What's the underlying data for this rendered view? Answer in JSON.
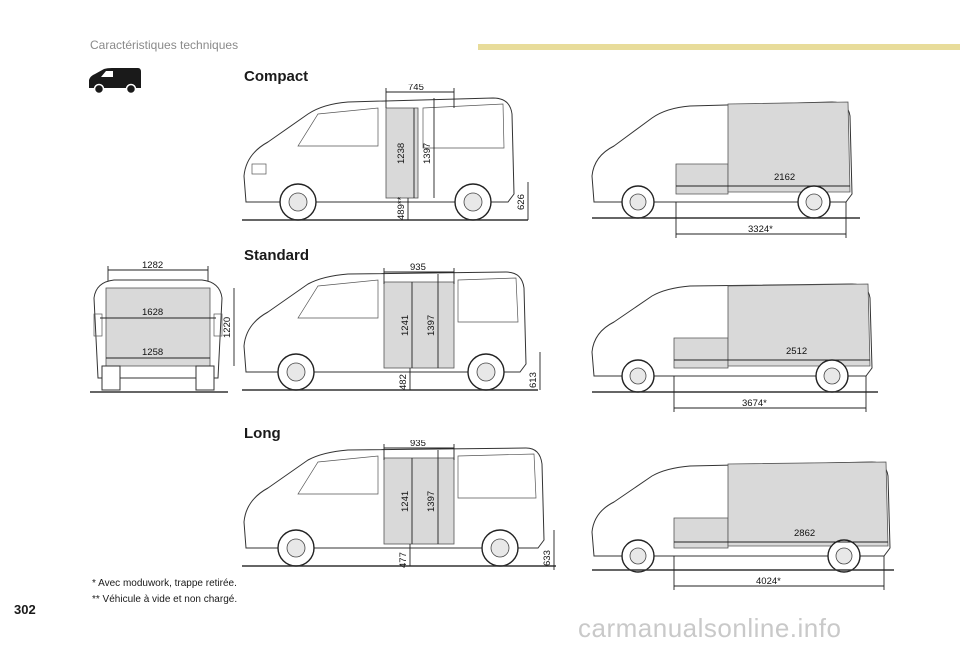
{
  "header": {
    "title": "Caractéristiques techniques",
    "accent_color": "#e8dc9a"
  },
  "page_icon": "van-silhouette-icon",
  "sections": [
    {
      "title": "Compact",
      "side": {
        "door_width": "745",
        "height_inner": "1238",
        "height_outer": "1397",
        "floor_height": "489**",
        "rear_height": "626"
      },
      "cargo": {
        "floor_length": "2162",
        "total_length": "3324*"
      }
    },
    {
      "title": "Standard",
      "side": {
        "door_width": "935",
        "height_inner": "1241",
        "height_outer": "1397",
        "floor_height": "482",
        "rear_height": "613"
      },
      "cargo": {
        "floor_length": "2512",
        "total_length": "3674*"
      }
    },
    {
      "title": "Long",
      "side": {
        "door_width": "935",
        "height_inner": "1241",
        "height_outer": "1397",
        "floor_height": "477",
        "rear_height": "633"
      },
      "cargo": {
        "floor_length": "2862",
        "total_length": "4024*"
      }
    }
  ],
  "rear_view": {
    "top_width": "1282",
    "max_width": "1628",
    "floor_width": "1258",
    "height": "1220"
  },
  "footnotes": {
    "note1": "* Avec moduwork, trappe retirée.",
    "note2": "** Véhicule à vide et non chargé."
  },
  "page_number": "302",
  "watermark": "carmanualsonline.info"
}
